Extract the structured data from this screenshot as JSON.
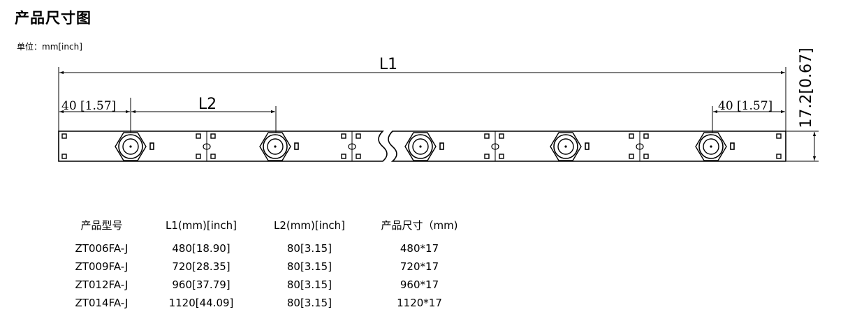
{
  "title": "产品尺寸图",
  "unit_label": "单位：mm[inch]",
  "drawing": {
    "l1_label": "L1",
    "l2_label": "L2",
    "offset_left_label": "40 [1.57]",
    "offset_right_label": "40 [1.57]",
    "height_label": "17.2[0.67]"
  },
  "spec_table": {
    "headers": [
      "产品型号",
      "L1(mm)[inch]",
      "L2(mm)[inch]",
      "产品尺寸（mm)"
    ],
    "rows": [
      [
        "ZT006FA-J",
        "480[18.90]",
        "80[3.15]",
        "480*17"
      ],
      [
        "ZT009FA-J",
        "720[28.35]",
        "80[3.15]",
        "720*17"
      ],
      [
        "ZT012FA-J",
        "960[37.79]",
        "80[3.15]",
        "960*17"
      ],
      [
        "ZT014FA-J",
        "1120[44.09]",
        "80[3.15]",
        "1120*17"
      ]
    ]
  }
}
